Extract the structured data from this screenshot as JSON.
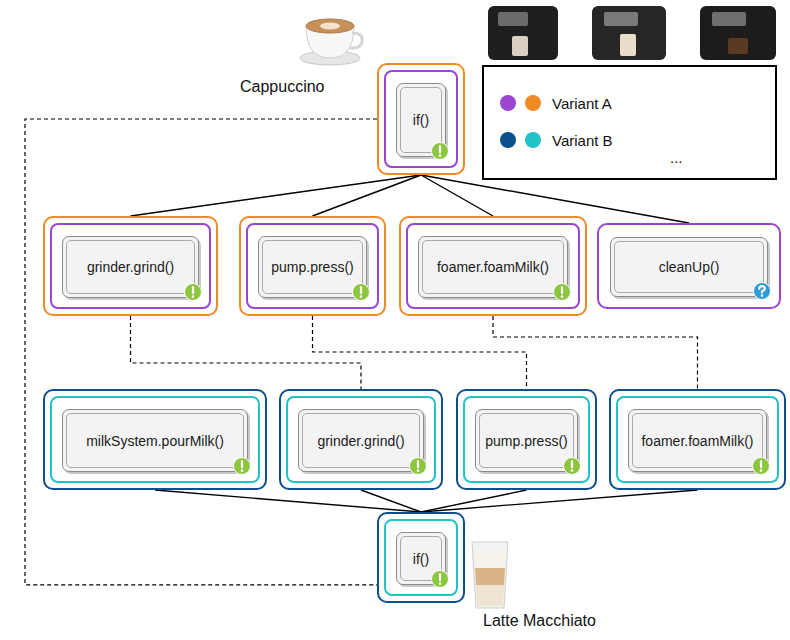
{
  "diagram": {
    "nodes": [
      {
        "text": [
          "if()"
        ]
      },
      {
        "text": [
          "grinder.grind()"
        ]
      },
      {
        "text": [
          "pump.press()"
        ]
      },
      {
        "text": [
          "foamer.foamMilk()"
        ]
      },
      {
        "text": [
          "cleanUp()"
        ]
      },
      {
        "text": [
          "milkSystem.pourMilk()"
        ]
      },
      {
        "text": [
          "grinder.grind()"
        ]
      },
      {
        "text": [
          "pump.press()"
        ]
      },
      {
        "text": [
          "foamer.foamMilk()"
        ]
      },
      {
        "text": [
          "if()"
        ]
      }
    ],
    "edges": [
      {
        "from": 0,
        "to": 1,
        "arrow": "none"
      },
      {
        "from": 0,
        "to": 2,
        "arrow": "none"
      },
      {
        "from": 0,
        "to": 3,
        "arrow": "none"
      },
      {
        "from": 0,
        "to": 4,
        "arrow": "none"
      },
      {
        "from": 5,
        "to": 9,
        "arrow": "none"
      },
      {
        "from": 6,
        "to": 9,
        "arrow": "none"
      },
      {
        "from": 7,
        "to": 9,
        "arrow": "none"
      },
      {
        "from": 8,
        "to": 9,
        "arrow": "none"
      },
      {
        "from": 0,
        "to": 9,
        "arrow": "none"
      },
      {
        "from": 1,
        "to": 6,
        "arrow": "none"
      },
      {
        "from": 2,
        "to": 7,
        "arrow": "none"
      },
      {
        "from": 3,
        "to": 8,
        "arrow": "none"
      }
    ],
    "labels": [
      "Cappuccino",
      "Latte Macchiato",
      "..."
    ],
    "legend": [
      {
        "text": "Variant A",
        "color": "#9b45d1"
      },
      {
        "text": "Variant B",
        "color": "#0d4f8b"
      }
    ]
  }
}
